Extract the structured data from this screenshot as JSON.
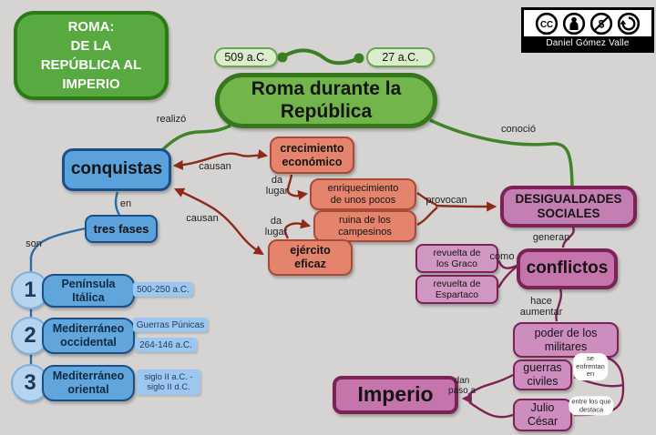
{
  "colors": {
    "background": "#d5d4d2",
    "green_node": "#72b64b",
    "green_border": "#38761d",
    "blue_node": "#5ba1dc",
    "blue_border": "#1c4f87",
    "salmon_node": "#e5846c",
    "salmon_border": "#a94a36",
    "mauve_node": "#c47fb2",
    "mauve_border": "#7c2257",
    "arrow_red": "#8e2a1a",
    "line_green": "#3f8526",
    "line_blue": "#2e6da4"
  },
  "title": {
    "text": "ROMA:\nDE LA\nREPÚBLICA AL\nIMPERIO"
  },
  "credit": {
    "author": "Daniel Gómez Valle"
  },
  "timeline": {
    "start_label": "509 a.C.",
    "end_label": "27 a.C."
  },
  "nodes": {
    "roma": "Roma durante la\nRepública",
    "conquistas": "conquistas",
    "tres_fases": "tres fases",
    "crecimiento": "crecimiento\neconómico",
    "enriquecimiento": "enriquecimiento\nde unos pocos",
    "ruina": "ruina de los\ncampesinos",
    "ejercito": "ejército\neficaz",
    "desigualdades": "DESIGUALDADES\nSOCIALES",
    "revuelta_graco": "revuelta de\nlos Graco",
    "revuelta_espartaco": "revuelta de\nEspartaco",
    "conflictos": "conflictos",
    "poder_militares": "poder de los\nmilitares",
    "guerras_civiles": "guerras\nciviles",
    "julio_cesar": "Julio\nCésar",
    "imperio": "Imperio"
  },
  "fases": [
    {
      "num": "1",
      "label": "Península\nItálica",
      "date": "500-250 a.C."
    },
    {
      "num": "2",
      "label": "Mediterráneo\noccidental",
      "note": "Guerras Púnicas",
      "date": "264-146 a.C."
    },
    {
      "num": "3",
      "label": "Mediterráneo\noriental",
      "date": "siglo II a.C. -\nsiglo II d.C."
    }
  ],
  "links": {
    "realizo": "realizó",
    "conocio": "conoció",
    "causan_1": "causan",
    "causan_2": "causan",
    "da_lugar_1": "da\nlugar",
    "da_lugar_2": "da\nlugar",
    "provocan": "provocan",
    "generan": "generan",
    "como": "como",
    "hace_aumentar": "hace\naumentar",
    "se_enfrentan_en": "se\nenfrentan\nen",
    "entre_los_que_destaca": "entre los que\ndestaca",
    "dan_paso_a": "dan\npaso a",
    "en": "en",
    "son": "son"
  }
}
